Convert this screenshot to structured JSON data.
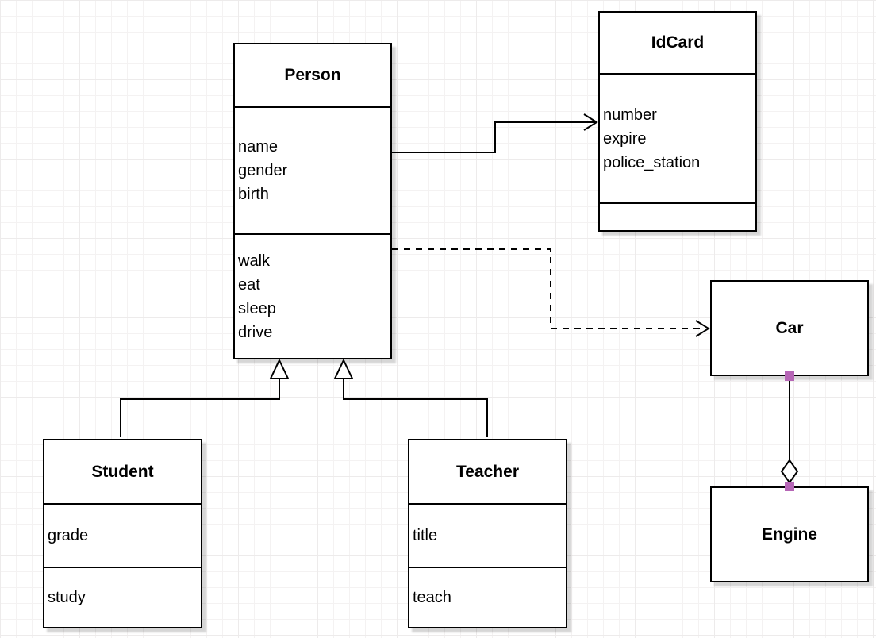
{
  "diagram": {
    "classes": {
      "person": {
        "name": "Person",
        "attributes": [
          "name",
          "gender",
          "birth"
        ],
        "methods": [
          "walk",
          "eat",
          "sleep",
          "drive"
        ]
      },
      "idcard": {
        "name": "IdCard",
        "attributes": [
          "number",
          "expire",
          "police_station"
        ],
        "methods": []
      },
      "car": {
        "name": "Car"
      },
      "engine": {
        "name": "Engine"
      },
      "student": {
        "name": "Student",
        "attributes": [
          "grade"
        ],
        "methods": [
          "study"
        ]
      },
      "teacher": {
        "name": "Teacher",
        "attributes": [
          "title"
        ],
        "methods": [
          "teach"
        ]
      }
    },
    "edges": [
      {
        "from": "Person",
        "to": "IdCard",
        "type": "directed-association",
        "style": "solid-open-arrow"
      },
      {
        "from": "Person",
        "to": "Car",
        "type": "dependency",
        "style": "dashed-open-arrow"
      },
      {
        "from": "Student",
        "to": "Person",
        "type": "generalization",
        "style": "solid-hollow-triangle"
      },
      {
        "from": "Teacher",
        "to": "Person",
        "type": "generalization",
        "style": "solid-hollow-triangle"
      },
      {
        "from": "Car",
        "to": "Engine",
        "type": "aggregation",
        "style": "hollow-diamond",
        "selected": true
      }
    ],
    "colors": {
      "line": "#000000",
      "box_fill": "#ffffff",
      "endpoint_handle": "#b666b6",
      "grid_line": "#f4f2f2",
      "shadow": "rgba(0,0,0,0.16)"
    }
  }
}
